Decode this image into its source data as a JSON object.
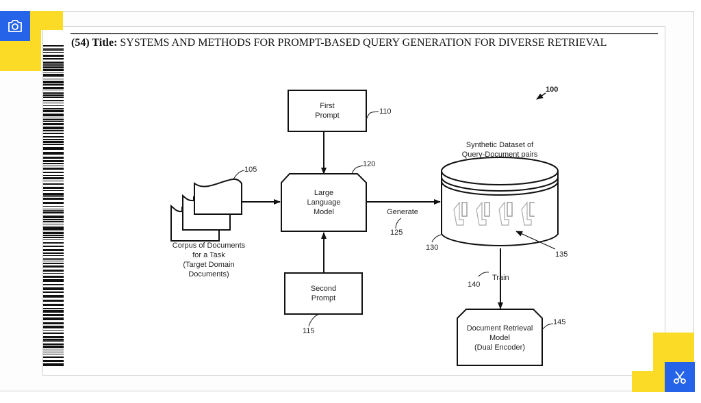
{
  "corner_buttons": {
    "screenshot": {
      "icon": "camera-icon",
      "color": "#2563e8"
    },
    "snip": {
      "icon": "scissors-icon",
      "color": "#2563e8"
    },
    "accent_color": "#fbdb26"
  },
  "patent": {
    "title_prefix": "(54) Title:",
    "title_text": "SYSTEMS AND METHODS FOR PROMPT-BASED QUERY GENERATION FOR DIVERSE RETRIEVAL"
  },
  "diagram": {
    "figure_ref": "100",
    "nodes": {
      "first_prompt": {
        "lines": [
          "First",
          "Prompt"
        ],
        "ref": "110"
      },
      "second_prompt": {
        "lines": [
          "Second",
          "Prompt"
        ],
        "ref": "115"
      },
      "llm": {
        "lines": [
          "Large",
          "Language",
          "Model"
        ],
        "ref": "120"
      },
      "corpus": {
        "lines": [
          "Corpus of Documents",
          "for a Task",
          "(Target Domain",
          "Documents)"
        ],
        "ref": "105"
      },
      "dataset": {
        "lines": [
          "Synthetic Dataset of",
          "Query-Document pairs"
        ],
        "ref": "130",
        "pairs_ref": "135"
      },
      "retrieval_model": {
        "lines": [
          "Document Retrieval",
          "Model",
          "(Dual Encoder)"
        ],
        "ref": "145"
      }
    },
    "edges": {
      "generate": {
        "label": "Generate",
        "ref": "125"
      },
      "train": {
        "label": "Train",
        "ref": "140"
      }
    }
  }
}
